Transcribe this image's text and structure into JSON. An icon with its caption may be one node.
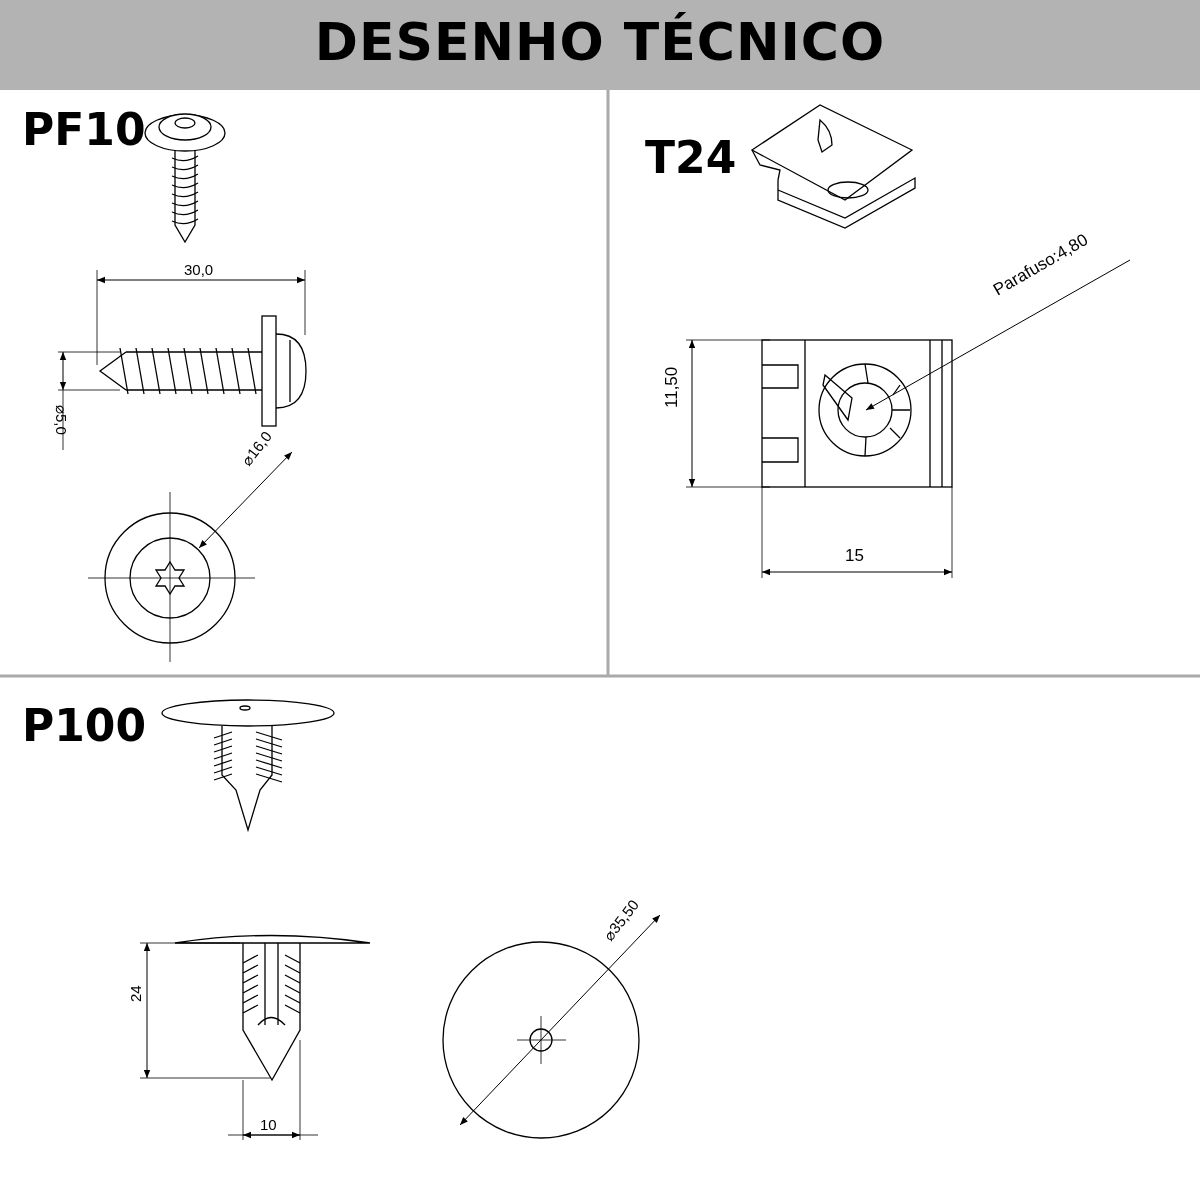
{
  "diagram": {
    "title": "DESENHO TÉCNICO",
    "labels": [
      "PF10",
      "30,0",
      "⌀5,0",
      "⌀16,0",
      "T24",
      "Parafuso:4,80",
      "11,50",
      "15",
      "P100",
      "24",
      "10",
      "⌀35,50"
    ]
  }
}
